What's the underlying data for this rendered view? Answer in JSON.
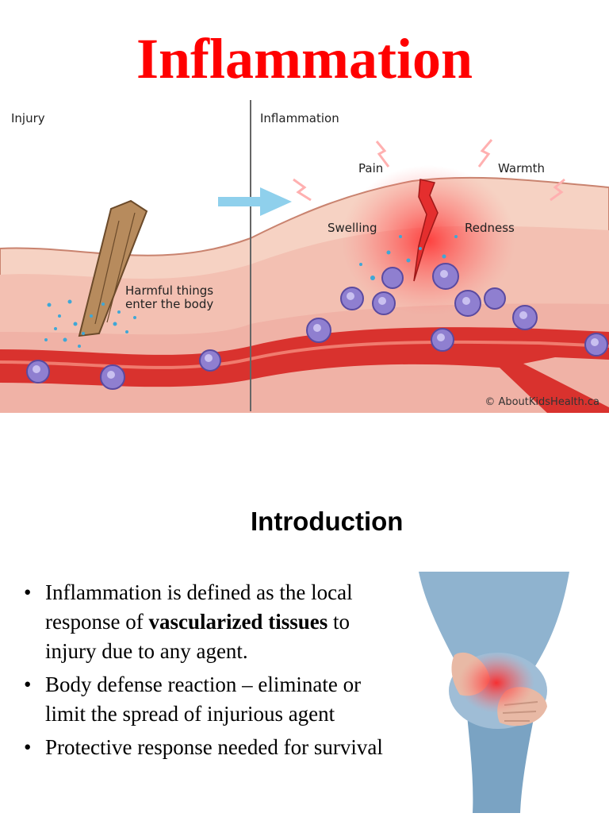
{
  "slide": {
    "title": "Inflammation",
    "section_heading": "Introduction"
  },
  "figure": {
    "left_panel_label": "Injury",
    "right_panel_label": "Inflammation",
    "caption_harmful": [
      "Harmful things",
      "enter the body"
    ],
    "signs": {
      "pain": "Pain",
      "warmth": "Warmth",
      "swelling": "Swelling",
      "redness": "Redness"
    },
    "credit": "© AboutKidsHealth.ca",
    "colors": {
      "skin_top": "#f6d2c3",
      "skin_mid": "#f0b2a6",
      "vessel": "#d9322e",
      "cell": "#8f7fd0",
      "arrow": "#8fd0ec"
    }
  },
  "bullets": [
    {
      "parts": [
        {
          "text": "Inflammation is defined as  the local response of ",
          "bold": false
        },
        {
          "text": "vascularized tissues",
          "bold": true
        },
        {
          "text": " to  injury due to any agent.",
          "bold": false
        }
      ]
    },
    {
      "parts": [
        {
          "text": "Body defense reaction – eliminate or limit the  spread of injurious agent",
          "bold": false
        }
      ]
    },
    {
      "parts": [
        {
          "text": "Protective response needed for survival",
          "bold": false
        }
      ]
    }
  ]
}
